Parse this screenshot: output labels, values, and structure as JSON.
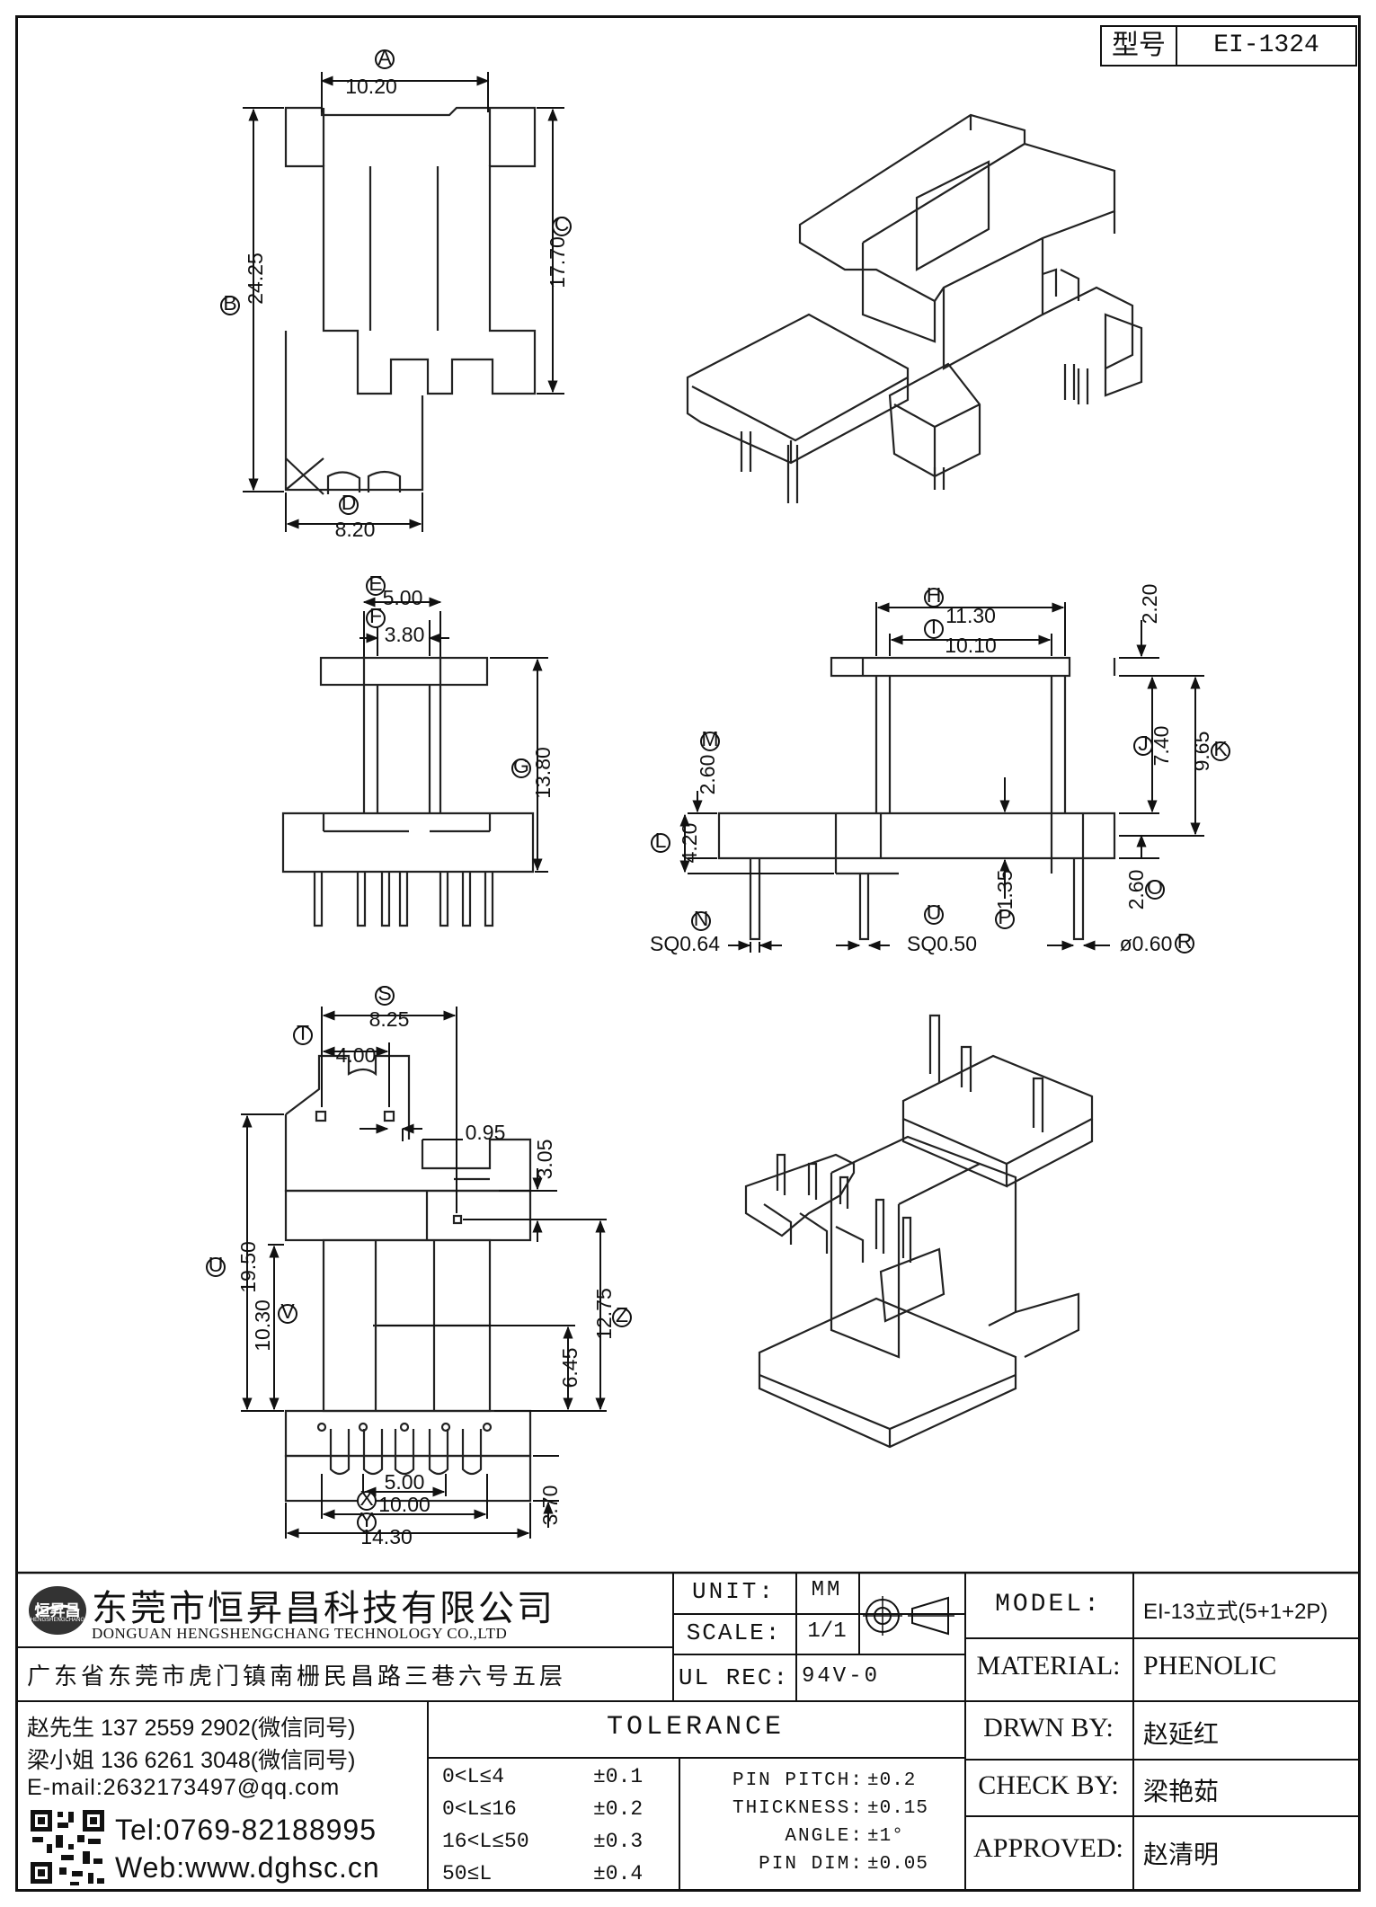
{
  "header": {
    "type_label": "型号",
    "type_value": "EI-1324"
  },
  "views": {
    "top": {
      "A": "10.20",
      "B": "24.25",
      "C": "17.70",
      "D": "8.20"
    },
    "front": {
      "E": "5.00",
      "F": "3.80",
      "G": "13.80"
    },
    "side": {
      "H": "11.30",
      "I": "10.10",
      "dim_2_20": "2.20",
      "J": "7.40",
      "K": "9.65",
      "M": "2.60",
      "L": "4.20",
      "P": "1.35",
      "O": "2.60",
      "N": "SQ0.64",
      "U": "SQ0.50",
      "R": "ø0.60"
    },
    "bottom": {
      "S": "8.25",
      "T": "4.00",
      "dim_0_95": "0.95",
      "dim_3_05": "3.05",
      "U": "19.50",
      "V": "10.30",
      "Z": "12.75",
      "dim_6_45": "6.45",
      "X": "5.00",
      "Y": "10.00",
      "dim_14_30": "14.30",
      "dim_3_70": "3.70"
    }
  },
  "company": {
    "logo_text": "恒昇昌",
    "logo_sub": "HENGSHENGCHANG",
    "name_cn": "东莞市恒昇昌科技有限公司",
    "name_en": "DONGUAN HENGSHENGCHANG TECHNOLOGY CO.,LTD",
    "address": "广东省东莞市虎门镇南栅民昌路三巷六号五层",
    "contact_1": "赵先生 137 2559 2902(微信同号)",
    "contact_2": "梁小姐 136 6261 3048(微信同号)",
    "email": "E-mail:2632173497@qq.com",
    "tel": "Tel:0769-82188995",
    "web": "Web:www.dghsc.cn"
  },
  "info": {
    "unit_label": "UNIT:",
    "unit_value": "MM",
    "scale_label": "SCALE:",
    "scale_value": "1/1",
    "ulrec_label": "UL REC:",
    "ulrec_value": "94V-0"
  },
  "tolerance": {
    "title": "TOLERANCE",
    "ranges": [
      {
        "range": "0<L≤4",
        "tol": "±0.1"
      },
      {
        "range": "0<L≤16",
        "tol": "±0.2"
      },
      {
        "range": "16<L≤50",
        "tol": "±0.3"
      },
      {
        "range": "50≤L",
        "tol": "±0.4"
      }
    ],
    "others": [
      {
        "label": "PIN PITCH:",
        "tol": "±0.2"
      },
      {
        "label": "THICKNESS:",
        "tol": "±0.15"
      },
      {
        "label": "ANGLE:",
        "tol": "±1°"
      },
      {
        "label": "PIN DIM:",
        "tol": "±0.05"
      }
    ]
  },
  "titleblock": {
    "model_label": "MODEL:",
    "model_value": "EI-13立式(5+1+2P)",
    "material_label": "MATERIAL:",
    "material_value": "PHENOLIC",
    "drawn_label": "DRWN BY:",
    "drawn_value": "赵延红",
    "check_label": "CHECK BY:",
    "check_value": "梁艳茹",
    "approved_label": "APPROVED:",
    "approved_value": "赵清明"
  }
}
